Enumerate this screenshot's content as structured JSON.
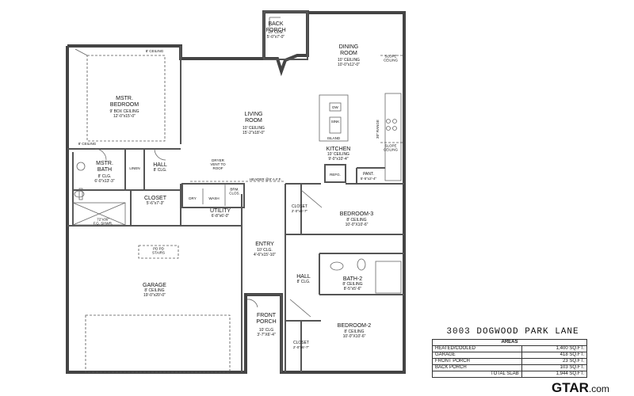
{
  "title": "3003 DOGWOOD PARK LANE",
  "areas": {
    "header": "AREAS",
    "rows": [
      {
        "label": "HEATED/COOLED",
        "value": "1,400 SQ.FT."
      },
      {
        "label": "GARAGE",
        "value": "418 SQ.FT."
      },
      {
        "label": "FRONT PORCH",
        "value": "23 SQ.FT."
      },
      {
        "label": "BACK PORCH",
        "value": "103 SQ.FT."
      }
    ],
    "total": {
      "label": "TOTAL SLAB",
      "value": "1,944 SQ.FT."
    }
  },
  "rooms": {
    "back_porch": {
      "name": "BACK\nPORCH",
      "ceil": "10' CLG.",
      "size": "5'-0\"x7'-0\""
    },
    "dining": {
      "name": "DINING\nROOM",
      "ceil": "10' CEILING",
      "size": "10'-0\"x12'-0\""
    },
    "master": {
      "name": "MSTR.\nBEDROOM",
      "ceil": "9' BOX CEILING",
      "size": "12'-0\"x15'-0\""
    },
    "living": {
      "name": "LIVING\nROOM",
      "ceil": "10' CEILING",
      "size": "15'-2\"x18'-0\""
    },
    "kitchen": {
      "name": "KITCHEN",
      "ceil": "10' CEILING",
      "size": "9'-0\"x10'-4\""
    },
    "mstr_bath": {
      "name": "MSTR.\nBATH",
      "ceil": "8' CLG.",
      "size": "6'-0\"x13'-3\""
    },
    "hall1": {
      "name": "HALL",
      "ceil": "8' CLG."
    },
    "pantry": {
      "name": "PANT.",
      "size": "5'-5\"x2'-4\""
    },
    "closet_m": {
      "name": "CLOSET",
      "size": "5'-6\"x7'-3\""
    },
    "utility": {
      "name": "UTILITY",
      "size": "6'-8\"x6'-0\""
    },
    "closet3": {
      "name": "CLOSET",
      "size": "2'-0\"x6'-7\""
    },
    "bedroom3": {
      "name": "BEDROOM-3",
      "ceil": "8' CEILING",
      "size": "10'-0\"X10'-6\""
    },
    "entry": {
      "name": "ENTRY",
      "ceil": "10' CLG.",
      "size": "4'-6\"x15'-10\""
    },
    "hall2": {
      "name": "HALL",
      "ceil": "8' CLG."
    },
    "bath2": {
      "name": "BATH-2",
      "ceil": "8' CEILING",
      "size": "8'-5\"x5'-6\""
    },
    "garage": {
      "name": "GARAGE",
      "ceil": "8' CEILING",
      "size": "19'-0\"x20'-0\""
    },
    "front_porch": {
      "name": "FRONT\nPORCH",
      "ceil": "10' CLG",
      "size": "3'-7\"X6'-4\""
    },
    "bedroom2": {
      "name": "BEDROOM-2",
      "ceil": "8' CEILING",
      "size": "10'-0\"X10'-6\""
    },
    "closet2": {
      "name": "CLOSET",
      "size": "2'-0\"x6'-7\""
    }
  },
  "notes": {
    "ceil_8_top": "8' CEILING",
    "ceil_8_left": "8' CEILING",
    "slope_ceiling_1": "SLOPE\nCEILING",
    "slope_ceiling_2": "SLOPE\nCEILING",
    "header": "HEADER @8' A.F.F.",
    "dryer_vent": "DRYER\nVENT TO\nROOF",
    "linen": "LINEN",
    "dry": "DRY",
    "wash": "WASH",
    "brm_clos": "BRM.\nCLOS.",
    "refg": "REFG.",
    "dw": "DW",
    "sink": "SINK",
    "island": "ISLAND",
    "shower": "72\"x36\"\nF.G. SHWR.",
    "stairs": "PD PD\nSTAIRS",
    "range": "30\" RANGE"
  },
  "logo": {
    "main": "GTAR",
    "suffix": ".com"
  }
}
